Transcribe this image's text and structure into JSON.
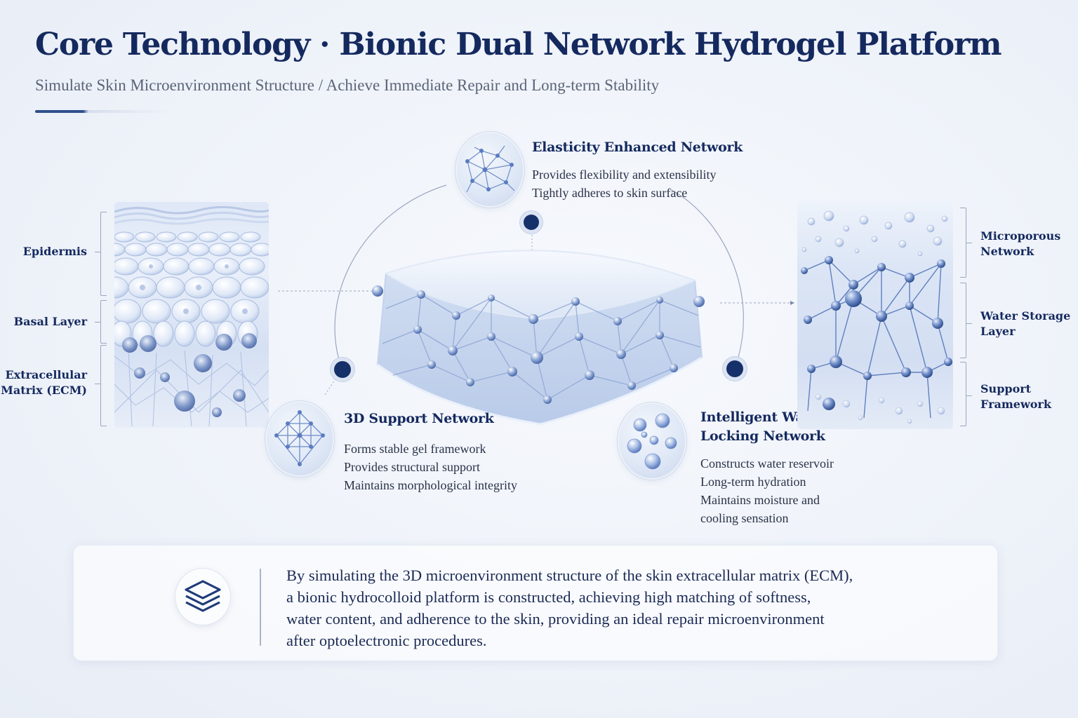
{
  "header": {
    "title": "Core Technology · Bionic Dual Network Hydrogel Platform",
    "subtitle": "Simulate Skin Microenvironment Structure / Achieve Immediate Repair and Long-term Stability"
  },
  "skin_layers": {
    "epidermis": "Epidermis",
    "basal_layer": "Basal Layer",
    "ecm_line1": "Extracellular",
    "ecm_line2": "Matrix (ECM)"
  },
  "gel_layers": {
    "microporous_line1": "Microporous",
    "microporous_line2": "Network",
    "water_storage_line1": "Water Storage",
    "water_storage_line2": "Layer",
    "support_line1": "Support",
    "support_line2": "Framework"
  },
  "features": {
    "elasticity": {
      "title": "Elasticity Enhanced Network",
      "lines": [
        "Provides flexibility and extensibility",
        "Tightly adheres to skin surface"
      ]
    },
    "support": {
      "title": "3D Support Network",
      "lines": [
        "Forms stable gel framework",
        "Provides structural support",
        "Maintains morphological integrity"
      ]
    },
    "water": {
      "title_line1": "Intelligent Water",
      "title_line2": "Locking Network",
      "lines": [
        "Constructs water reservoir",
        "Long-term hydration",
        "Maintains moisture and",
        "cooling sensation"
      ]
    }
  },
  "summary": {
    "lines": [
      "By simulating the 3D microenvironment structure of the skin extracellular matrix (ECM),",
      "a bionic hydrocolloid platform is constructed, achieving high matching of softness,",
      "water content, and adherence to the skin, providing an ideal repair microenvironment",
      "after optoelectronic procedures."
    ],
    "icon": "layers-icon"
  },
  "colors": {
    "navy": "#14295e",
    "accent": "#2f4f8c",
    "text": "#2a3248"
  }
}
